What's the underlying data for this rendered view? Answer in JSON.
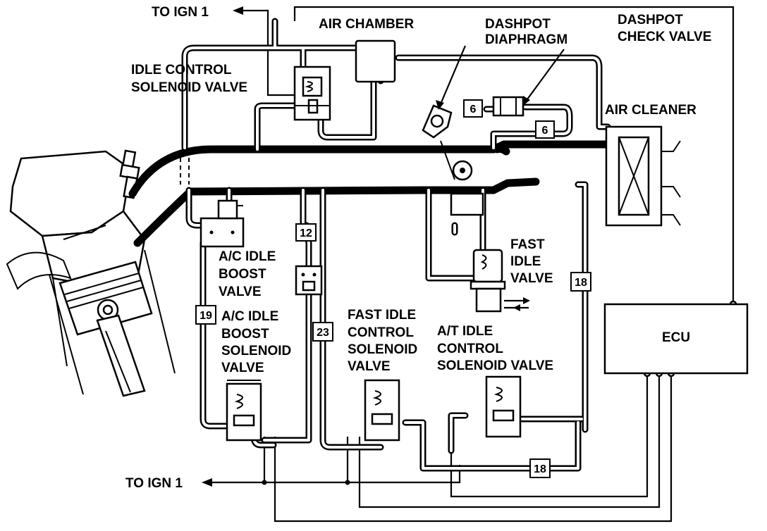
{
  "labels": {
    "to_ign_top": "TO IGN 1",
    "to_ign_bottom": "TO IGN 1",
    "air_chamber": "AIR CHAMBER",
    "dashpot_diaphragm_1": "DASHPOT",
    "dashpot_diaphragm_2": "DIAPHRAGM",
    "dashpot_check_1": "DASHPOT",
    "dashpot_check_2": "CHECK VALVE",
    "idle_control_1": "IDLE CONTROL",
    "idle_control_2": "SOLENOID VALVE",
    "air_cleaner": "AIR CLEANER",
    "ac_boost_1": "A/C IDLE",
    "ac_boost_2": "BOOST",
    "ac_boost_3": "VALVE",
    "ac_sol_1": "A/C IDLE",
    "ac_sol_2": "BOOST",
    "ac_sol_3": "SOLENOID",
    "ac_sol_4": "VALVE",
    "fast_idle_1": "FAST",
    "fast_idle_2": "IDLE",
    "fast_idle_3": "VALVE",
    "fast_ctrl_1": "FAST IDLE",
    "fast_ctrl_2": "CONTROL",
    "fast_ctrl_3": "SOLENOID",
    "fast_ctrl_4": "VALVE",
    "at_ctrl_1": "A/T IDLE",
    "at_ctrl_2": "CONTROL",
    "at_ctrl_3": "SOLENOID VALVE",
    "ecu": "ECU"
  },
  "hose_tags": {
    "h6a": "6",
    "h6b": "6",
    "h12": "12",
    "h18a": "18",
    "h18b": "18",
    "h19": "19",
    "h23": "23"
  }
}
